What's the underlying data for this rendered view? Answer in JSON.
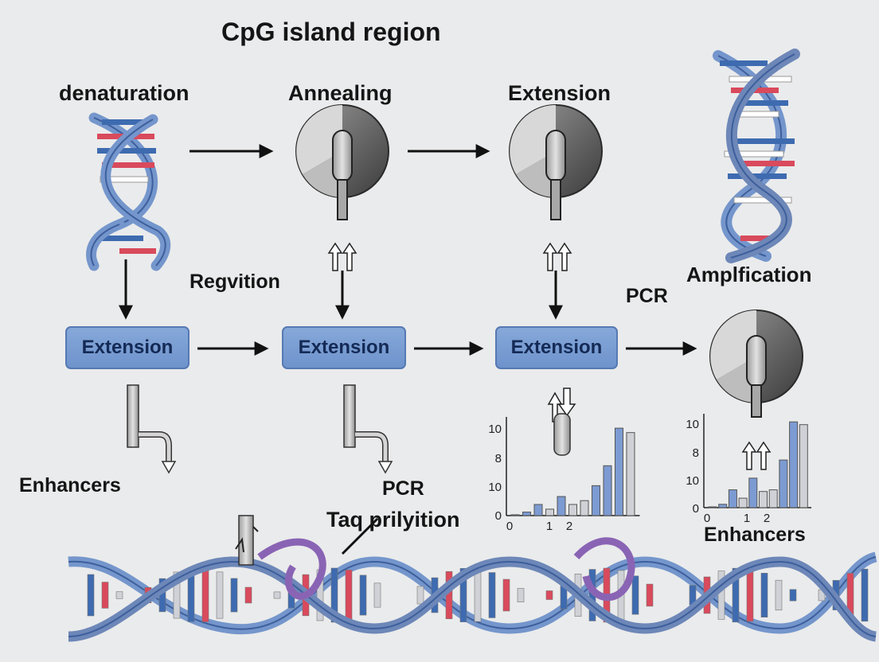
{
  "title": "CpG island region",
  "labels": {
    "denaturation": "denaturation",
    "annealing": "Annealing",
    "extension_top": "Extension",
    "regvition": "Regvition",
    "amplification": "Amplfication",
    "pcr_right": "PCR",
    "enhancers_left": "Enhancers",
    "pcr_bottom": "PCR",
    "taq": "Taq prilyition",
    "enhancers_right": "Enhancers"
  },
  "boxes": [
    "Extension",
    "Extension",
    "Extension"
  ],
  "colors": {
    "box_fill": "#7a9ed4",
    "dna_blue": "#5a7fc0",
    "rung_red": "#d94a5c",
    "rung_blue": "#3e6bb0",
    "loop_purple": "#8a64b4",
    "bar_blue": "#7c9bd2",
    "bar_gray": "#cfd1d6"
  },
  "chart_data": [
    {
      "type": "bar",
      "yticks": [
        "0",
        "10",
        "8",
        "10"
      ],
      "xticks": [
        "0",
        "1",
        "2"
      ],
      "values": [
        0.3,
        1.2,
        3.8,
        2.2,
        6.5,
        3.8,
        5.1,
        10.2,
        17,
        29.8,
        28.3
      ],
      "colors": [
        "bar_gray",
        "bar_blue",
        "bar_blue",
        "bar_gray",
        "bar_blue",
        "bar_gray",
        "bar_gray",
        "bar_blue",
        "bar_blue",
        "bar_blue",
        "bar_gray"
      ]
    },
    {
      "type": "bar",
      "yticks": [
        "0",
        "10",
        "8",
        "10"
      ],
      "xticks": [
        "0",
        "1",
        "2"
      ],
      "values": [
        0.3,
        1.2,
        6.4,
        3.4,
        10.6,
        5.8,
        6.4,
        17.1,
        30.8,
        29.8
      ],
      "colors": [
        "bar_gray",
        "bar_blue",
        "bar_blue",
        "bar_gray",
        "bar_blue",
        "bar_gray",
        "bar_gray",
        "bar_blue",
        "bar_blue",
        "bar_gray"
      ]
    }
  ]
}
